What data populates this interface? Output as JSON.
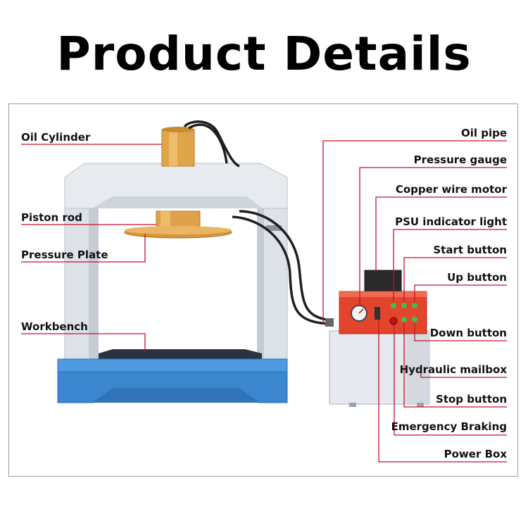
{
  "title": "Product Details",
  "labels_left": {
    "oil_cylinder": "Oil Cylinder",
    "piston_rod": "Piston rod",
    "pressure_plate": "Pressure Plate",
    "workbench": "Workbench"
  },
  "labels_right": {
    "oil_pipe": "Oil pipe",
    "pressure_gauge": "Pressure gauge",
    "copper_wire_motor": "Copper wire motor",
    "psu_indicator_light": "PSU indicator light",
    "start_button": "Start button",
    "up_button": "Up button",
    "down_button": "Down button",
    "hydraulic_mailbox": "Hydraulic mailbox",
    "stop_button": "Stop button",
    "emergency_braking": "Emergency Braking",
    "power_box": "Power Box"
  },
  "colors": {
    "frame_gray": "#dfe3e8",
    "base_blue": "#3d8fd6",
    "cylinder_gold": "#e3a94a",
    "control_red": "#e2452c",
    "leader_red": "#c8102e"
  }
}
